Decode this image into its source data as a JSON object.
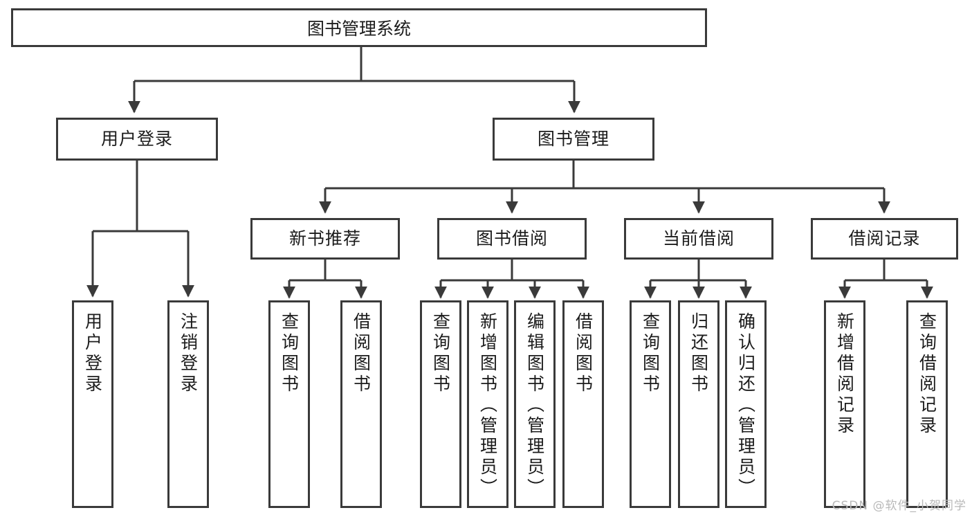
{
  "diagram": {
    "title": "图书管理系统",
    "type": "tree-hierarchy-chart",
    "watermark": "CSDN @软件_小贺同学",
    "colors": {
      "background": "#ffffff",
      "node_border": "#3a3a3a",
      "node_fill": "#ffffff",
      "text": "#1b1b1b",
      "connector": "#3a3a3a",
      "watermark": "#b9b9b9"
    },
    "root": {
      "label": "图书管理系统"
    },
    "level2": [
      {
        "label": "用户登录"
      },
      {
        "label": "图书管理"
      }
    ],
    "level3": [
      {
        "label": "新书推荐"
      },
      {
        "label": "图书借阅"
      },
      {
        "label": "当前借阅"
      },
      {
        "label": "借阅记录"
      }
    ],
    "leaves": {
      "user_login": [
        {
          "label": "用户登录"
        },
        {
          "label": "注销登录"
        }
      ],
      "new_book_recommend": [
        {
          "label": "查询图书"
        },
        {
          "label": "借阅图书"
        }
      ],
      "book_borrow": [
        {
          "label": "查询图书"
        },
        {
          "label": "新增图书（管理员）"
        },
        {
          "label": "编辑图书（管理员）"
        },
        {
          "label": "借阅图书"
        }
      ],
      "current_borrow": [
        {
          "label": "查询图书"
        },
        {
          "label": "归还图书"
        },
        {
          "label": "确认归还（管理员）"
        }
      ],
      "borrow_record": [
        {
          "label": "新增借阅记录"
        },
        {
          "label": "查询借阅记录"
        }
      ]
    }
  }
}
